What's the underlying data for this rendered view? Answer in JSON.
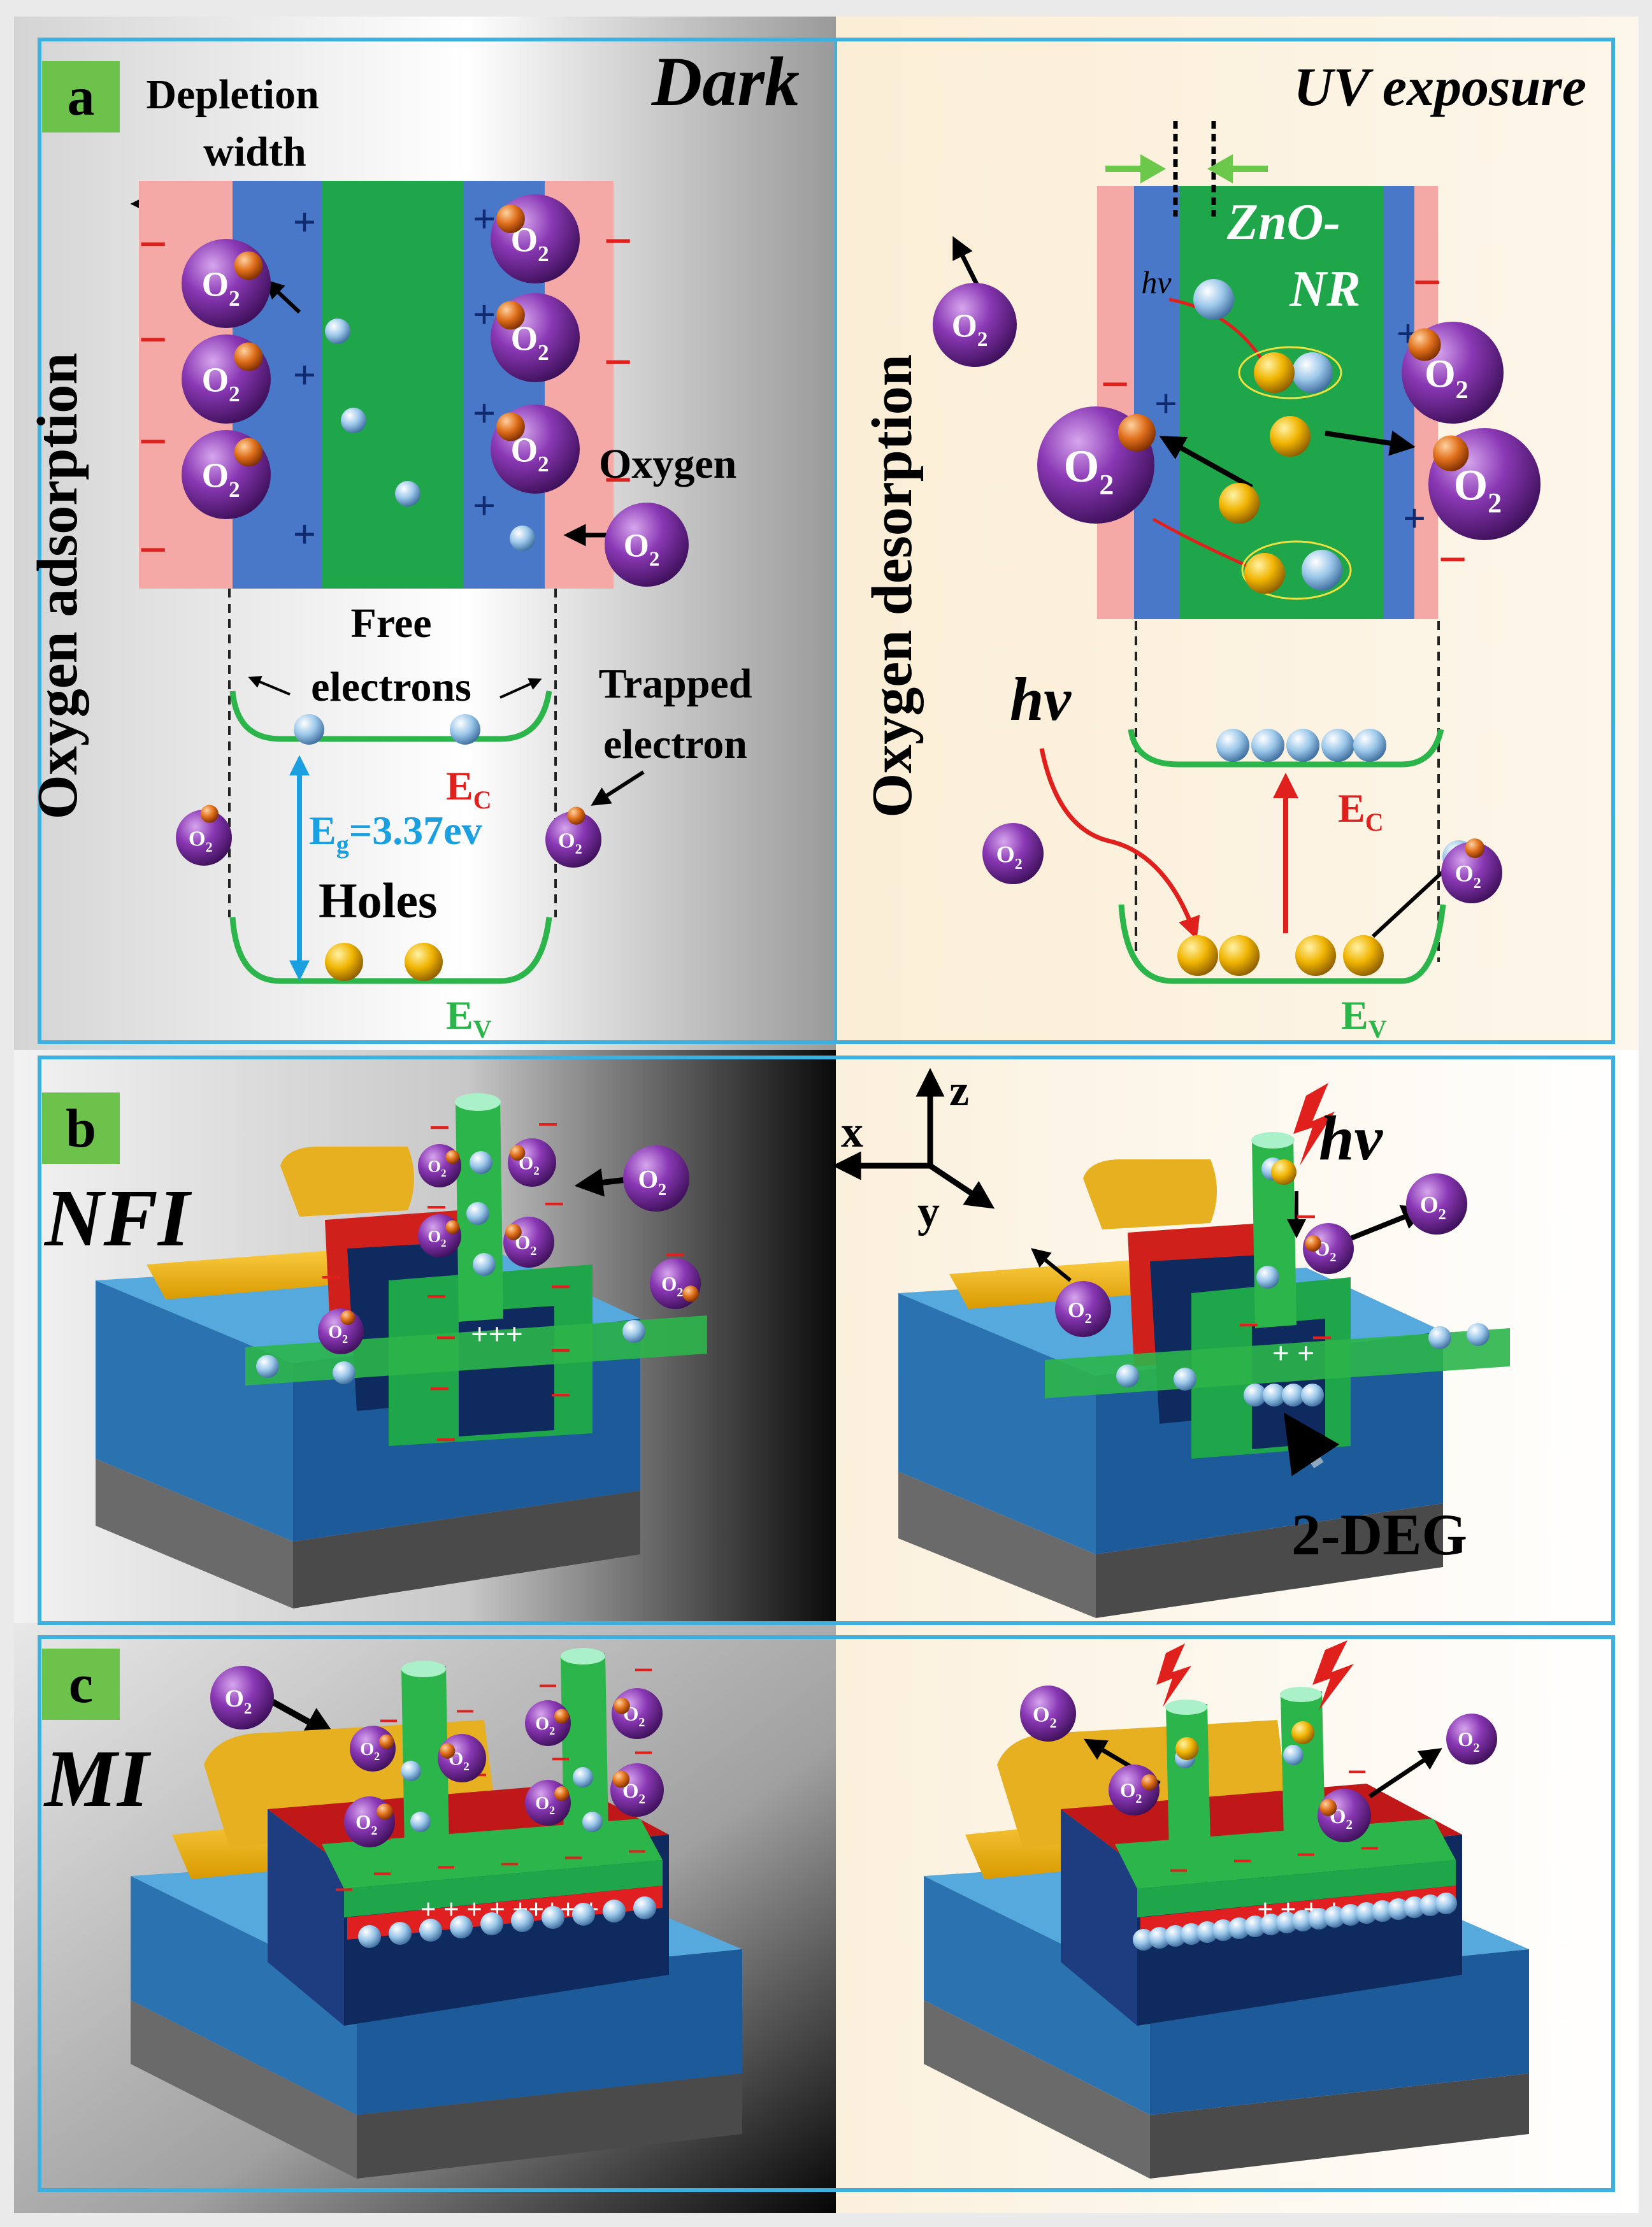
{
  "panel_a": {
    "label": "a",
    "dark_title": "Dark",
    "uv_title": "UV exposure",
    "depletion_line1": "Depletion",
    "depletion_line2": "width",
    "oxygen_label": "Oxygen",
    "free_line1": "Free",
    "free_line2": "electrons",
    "trapped_line1": "Trapped",
    "trapped_line2": "electron",
    "ec_main": "E",
    "ec_sub": "C",
    "ev_main": "E",
    "ev_sub": "V",
    "eg_main": "E",
    "eg_sub": "g",
    "eg_value": "=3.37ev",
    "holes": "Holes",
    "hv": "hv",
    "zno_line1": "ZnO-",
    "zno_line2": "NR",
    "side_left": "Oxygen adsorption",
    "side_right": "Oxygen desorption"
  },
  "panel_b": {
    "label": "b",
    "name": "NFI",
    "hv": "hv",
    "two_deg": "2-DEG",
    "axis_x": "x",
    "axis_y": "y",
    "axis_z": "z"
  },
  "panel_c": {
    "label": "c",
    "name": "MI"
  },
  "molecule": {
    "main": "O",
    "sub": "2"
  },
  "charges": {
    "minus": "−",
    "plus": "+"
  },
  "colors": {
    "frame": "#3cb0e0",
    "label_bg": "#6cc24a",
    "zno_green": "#1fa64a",
    "depletion_blue": "#4a78c8",
    "surface_pink": "#f4a9a6",
    "band_green": "#2cb54a",
    "ec_red": "#e0201c",
    "eg_blue": "#1aa0e0",
    "o2_purple": "#7a2ea0",
    "electron_orange": "#e0701c",
    "hole_gold": "#f0b400",
    "free_electron": "#9cc8ea"
  }
}
